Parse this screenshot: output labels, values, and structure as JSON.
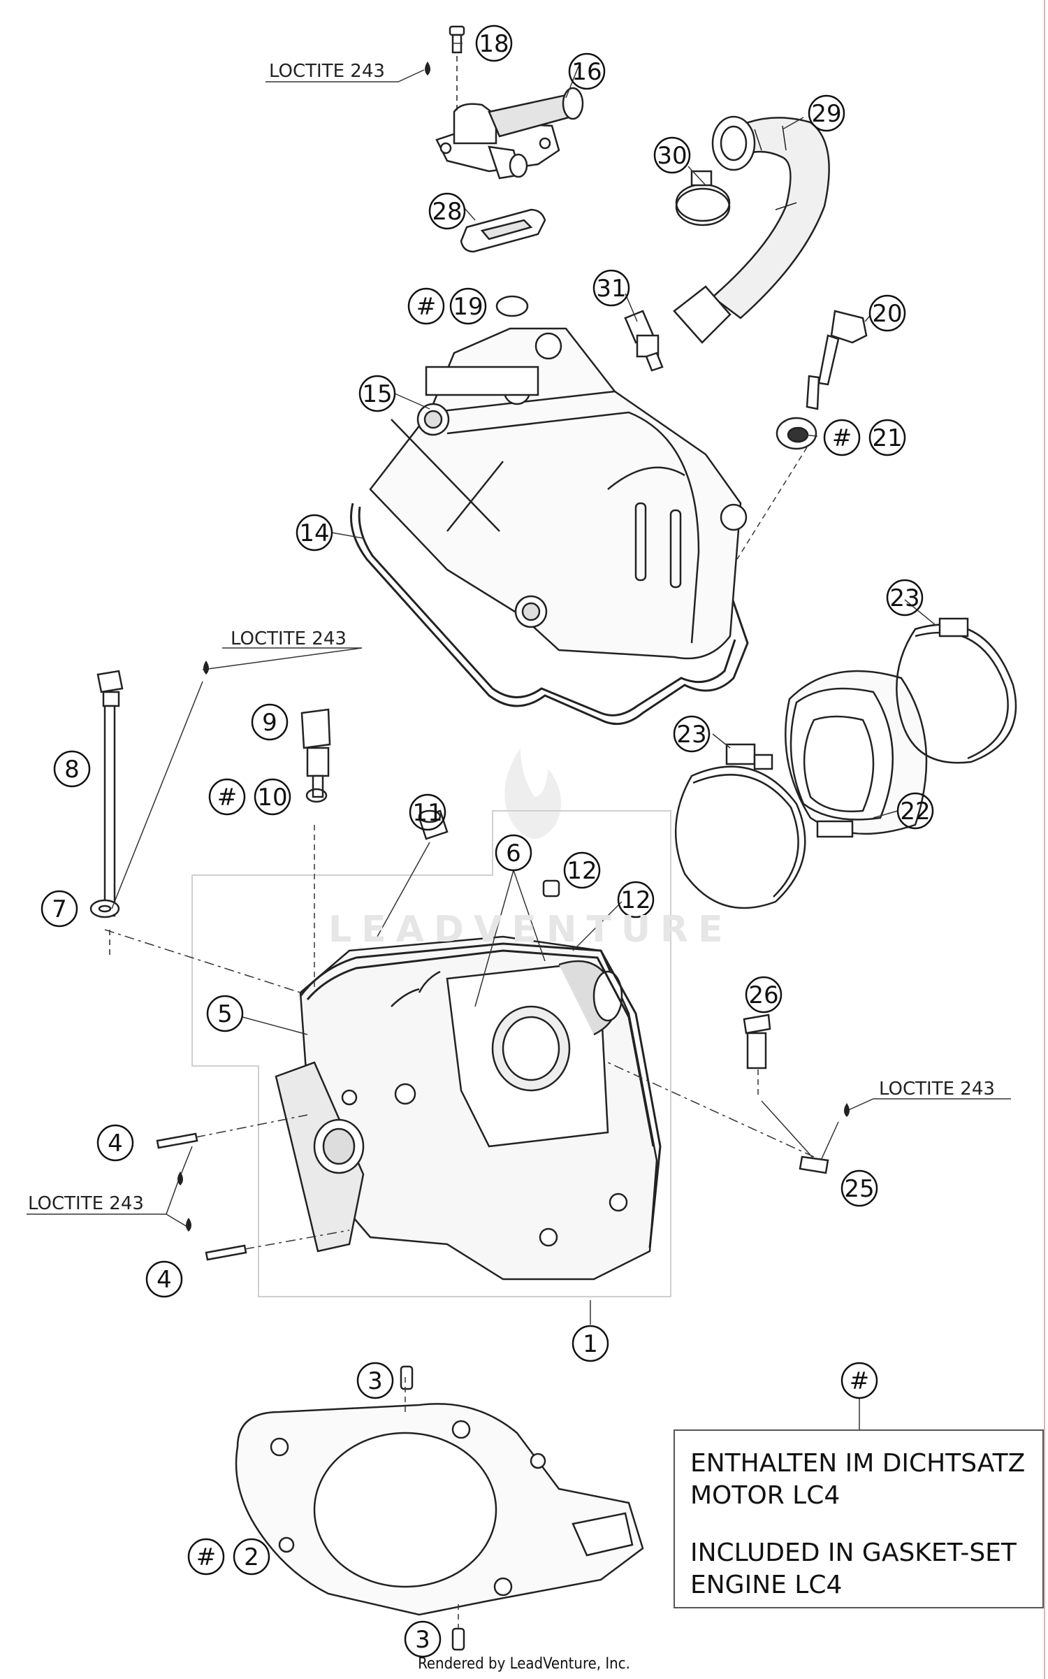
{
  "callouts": [
    {
      "id": "c18",
      "label": "18"
    },
    {
      "id": "c16",
      "label": "16"
    },
    {
      "id": "c29",
      "label": "29"
    },
    {
      "id": "c30",
      "label": "30"
    },
    {
      "id": "c28",
      "label": "28"
    },
    {
      "id": "c19",
      "label": "19"
    },
    {
      "id": "c31",
      "label": "31"
    },
    {
      "id": "c20",
      "label": "20"
    },
    {
      "id": "c15",
      "label": "15"
    },
    {
      "id": "c21",
      "label": "21"
    },
    {
      "id": "c14",
      "label": "14"
    },
    {
      "id": "c23a",
      "label": "23"
    },
    {
      "id": "c9",
      "label": "9"
    },
    {
      "id": "c8",
      "label": "8"
    },
    {
      "id": "c23b",
      "label": "23"
    },
    {
      "id": "c22",
      "label": "22"
    },
    {
      "id": "c10",
      "label": "10"
    },
    {
      "id": "c11",
      "label": "11"
    },
    {
      "id": "c6",
      "label": "6"
    },
    {
      "id": "c12a",
      "label": "12"
    },
    {
      "id": "c12b",
      "label": "12"
    },
    {
      "id": "c7",
      "label": "7"
    },
    {
      "id": "c5",
      "label": "5"
    },
    {
      "id": "c26",
      "label": "26"
    },
    {
      "id": "c4a",
      "label": "4"
    },
    {
      "id": "c25",
      "label": "25"
    },
    {
      "id": "c4b",
      "label": "4"
    },
    {
      "id": "c1",
      "label": "1"
    },
    {
      "id": "c3a",
      "label": "3"
    },
    {
      "id": "cHash",
      "label": "#"
    },
    {
      "id": "c2",
      "label": "2"
    },
    {
      "id": "c3b",
      "label": "3"
    }
  ],
  "hash_marks": [
    {
      "id": "h19",
      "label": "#"
    },
    {
      "id": "h21",
      "label": "#"
    },
    {
      "id": "h10",
      "label": "#"
    },
    {
      "id": "h2",
      "label": "#"
    }
  ],
  "loctite_labels": [
    {
      "id": "l1",
      "text": "LOCTITE 243"
    },
    {
      "id": "l2",
      "text": "LOCTITE 243"
    },
    {
      "id": "l3",
      "text": "LOCTITE 243"
    },
    {
      "id": "l4",
      "text": "LOCTITE 243"
    }
  ],
  "legend": {
    "line1": "ENTHALTEN IM DICHTSATZ",
    "line2": "MOTOR LC4",
    "line3": "INCLUDED IN GASKET-SET",
    "line4": "ENGINE LC4"
  },
  "watermark": "LEADVENTURE",
  "footer": "Rendered by LeadVenture, Inc."
}
